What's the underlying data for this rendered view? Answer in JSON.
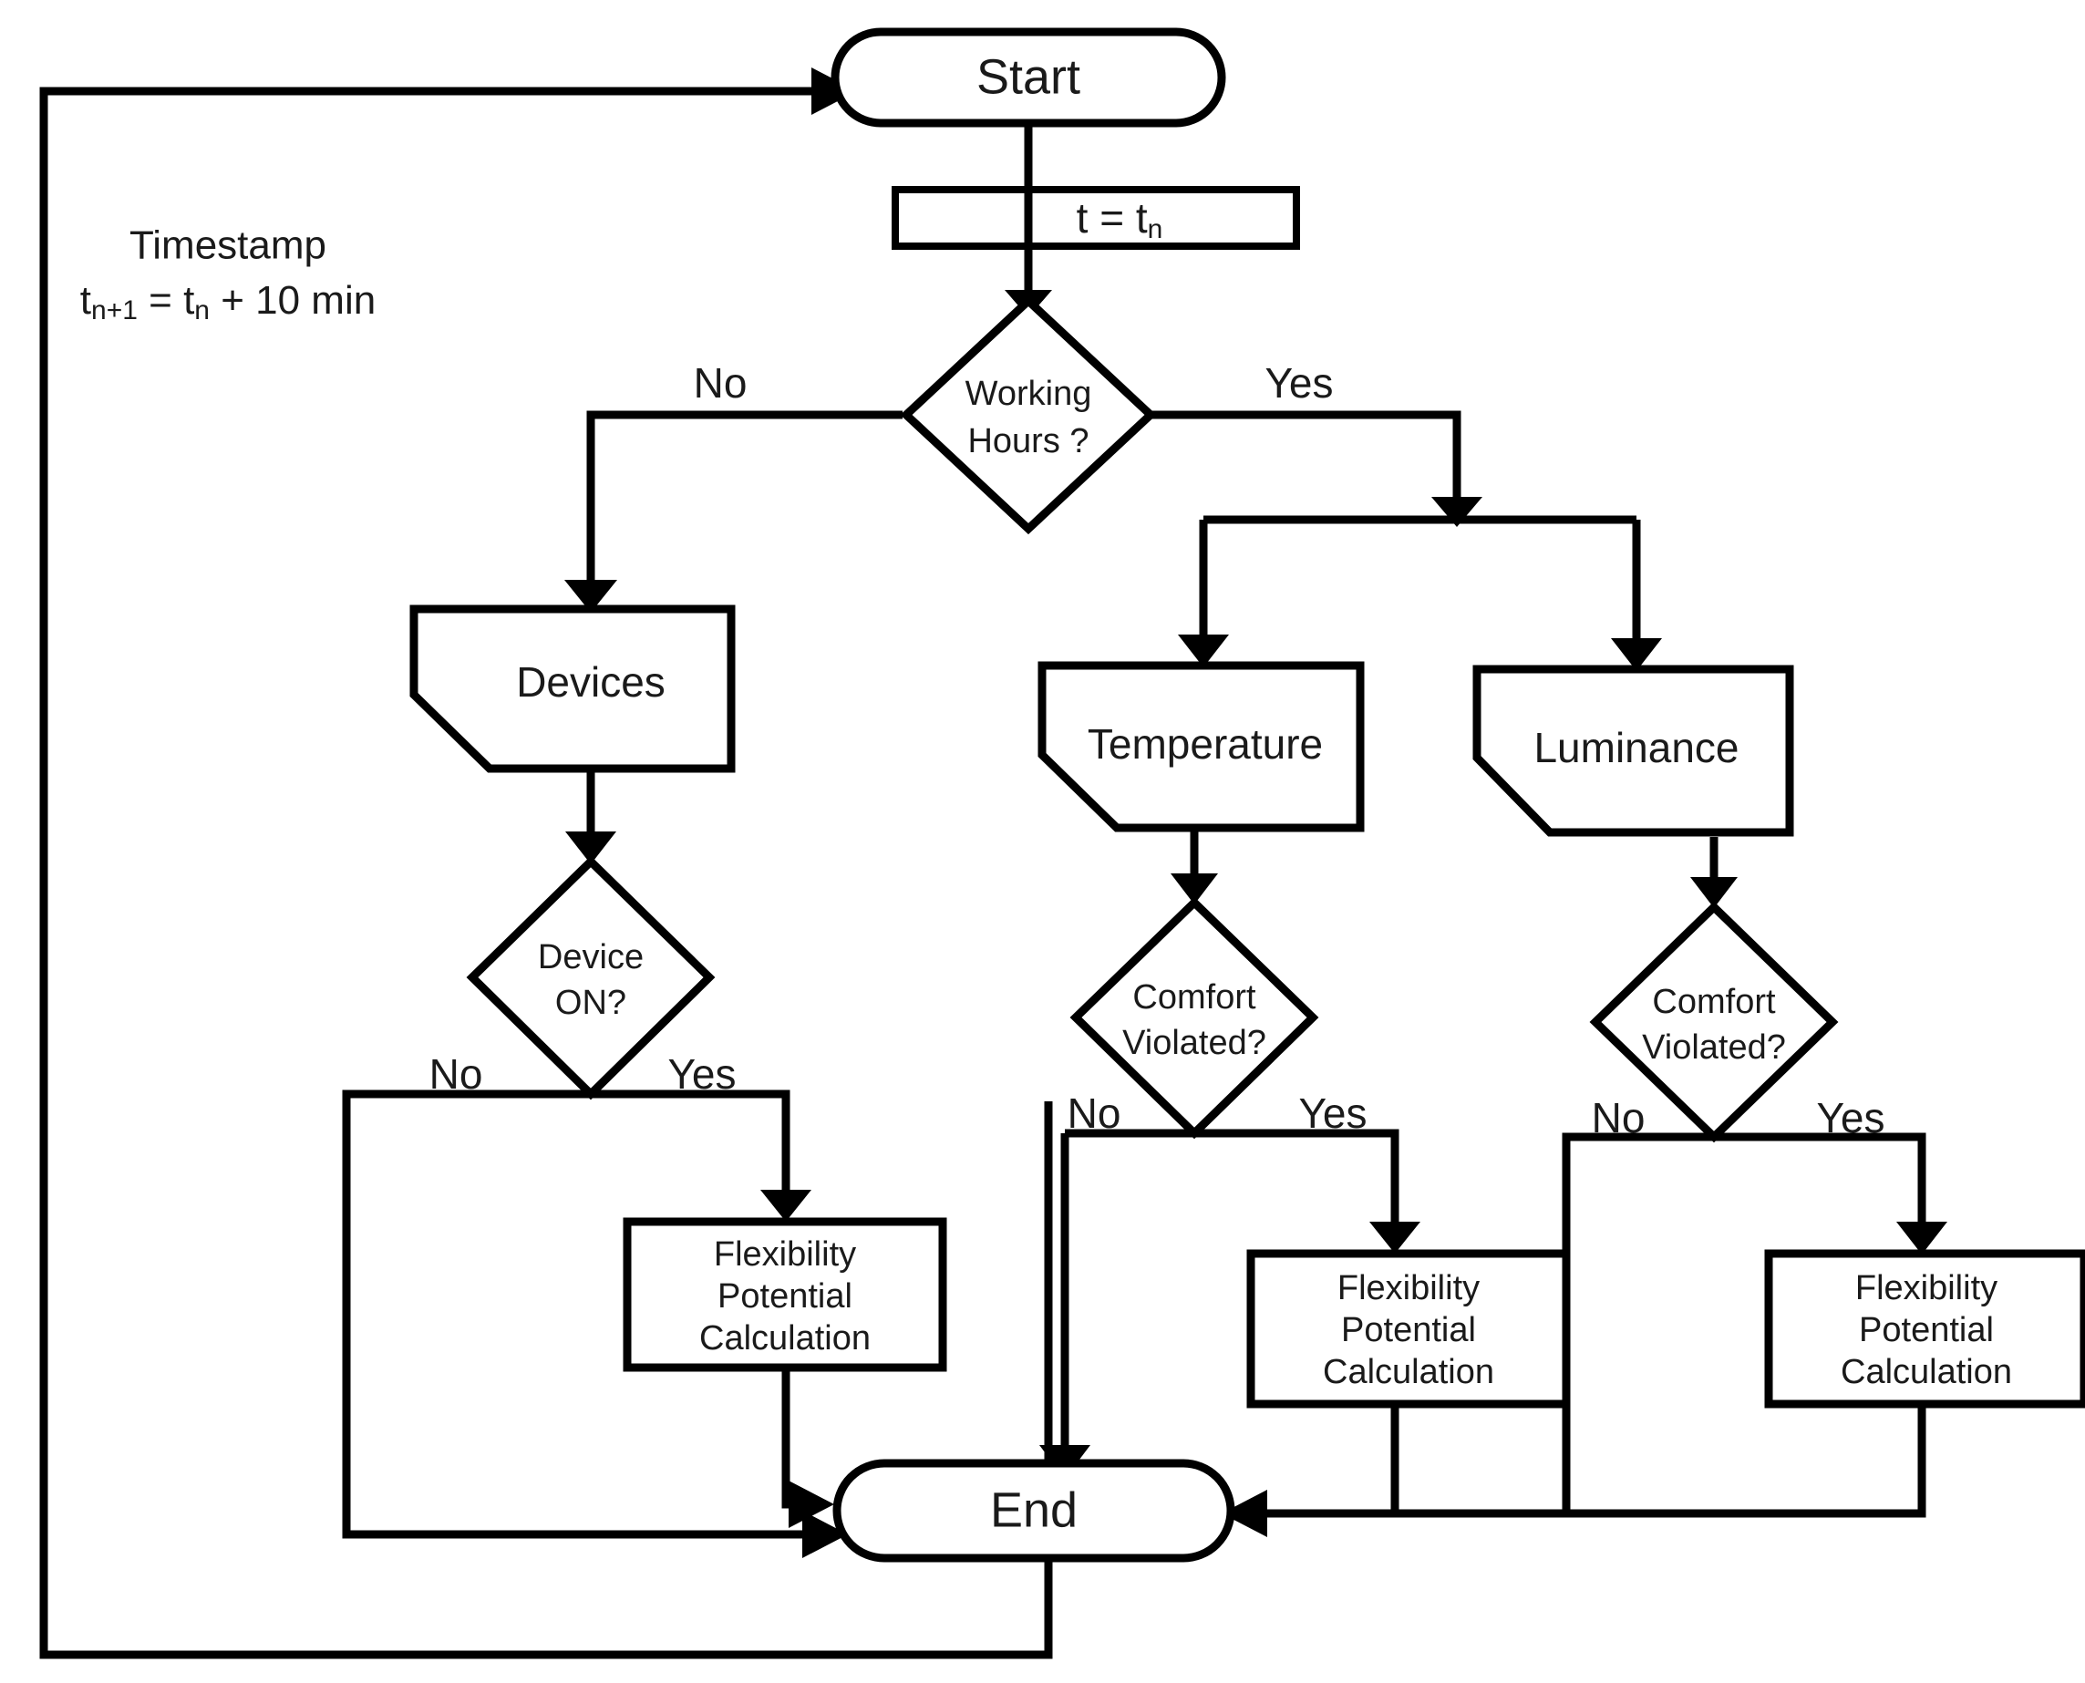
{
  "diagram": {
    "title": "Flexibility potential assessment flowchart",
    "background_color": "#ffffff",
    "line_color": "#000000",
    "text_color": "#1a1a1a"
  },
  "nodes": {
    "start": {
      "label": "Start",
      "shape": "terminator"
    },
    "timestep": {
      "label": "t = t",
      "subscript": "n",
      "shape": "process-split"
    },
    "working_hours": {
      "line1": "Working",
      "line2": "Hours ?",
      "shape": "decision"
    },
    "devices": {
      "label": "Devices",
      "shape": "data"
    },
    "temperature": {
      "label": "Temperature",
      "shape": "data"
    },
    "luminance": {
      "label": "Luminance",
      "shape": "data"
    },
    "device_on": {
      "line1": "Device",
      "line2": "ON?",
      "shape": "decision"
    },
    "comfort_temp": {
      "line1": "Comfort",
      "line2": "Violated?",
      "shape": "decision"
    },
    "comfort_lum": {
      "line1": "Comfort",
      "line2": "Violated?",
      "shape": "decision"
    },
    "fpc_device": {
      "line1": "Flexibility",
      "line2": "Potential",
      "line3": "Calculation",
      "shape": "process"
    },
    "fpc_temp": {
      "line1": "Flexibility",
      "line2": "Potential",
      "line3": "Calculation",
      "shape": "process"
    },
    "fpc_lum": {
      "line1": "Flexibility",
      "line2": "Potential",
      "line3": "Calculation",
      "shape": "process"
    },
    "end": {
      "label": "End",
      "shape": "terminator"
    }
  },
  "annotations": {
    "timestamp_title": "Timestamp",
    "timestamp_formula_a": "t",
    "timestamp_formula_a_sub": "n+1",
    "timestamp_formula_b": " = t",
    "timestamp_formula_b_sub": "n",
    "timestamp_formula_c": " + 10 min"
  },
  "edge_labels": {
    "working_hours_no": "No",
    "working_hours_yes": "Yes",
    "device_on_no": "No",
    "device_on_yes": "Yes",
    "comfort_temp_no": "No",
    "comfort_temp_yes": "Yes",
    "comfort_lum_no": "No",
    "comfort_lum_yes": "Yes"
  }
}
